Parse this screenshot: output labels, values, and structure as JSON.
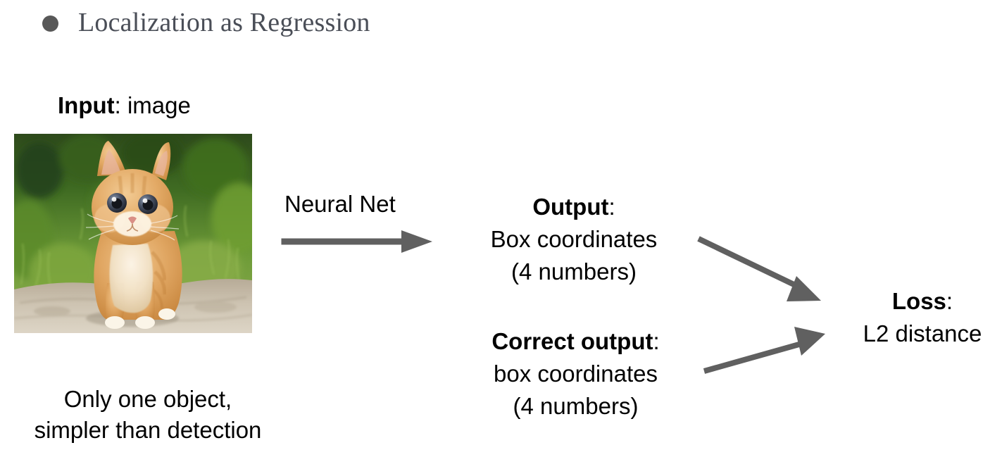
{
  "slide": {
    "title": "Localization as Regression",
    "bullet_icon": "bullet-dot-icon",
    "background_color": "#ffffff",
    "title_color": "#4a4e57",
    "bullet_color": "#585858",
    "arrow_color": "#606060"
  },
  "input": {
    "label_bold": "Input",
    "label_rest": ": image",
    "photo_alt": "orange tabby kitten standing on stone path with green grass background",
    "caption_line1": "Only one object,",
    "caption_line2": "simpler than detection"
  },
  "pipeline": {
    "neural_net_label": "Neural Net",
    "arrow_main": "arrow-right-icon",
    "arrow_output_to_loss": "arrow-diagonal-down-right-icon",
    "arrow_correct_to_loss": "arrow-diagonal-up-right-icon"
  },
  "output_block": {
    "heading_bold": "Output",
    "heading_colon": ":",
    "line1": "Box coordinates",
    "line2": "(4 numbers)"
  },
  "correct_block": {
    "heading_bold": "Correct output",
    "heading_colon": ":",
    "line1": "box coordinates",
    "line2": "(4 numbers)"
  },
  "loss_block": {
    "heading_bold": "Loss",
    "heading_colon": ":",
    "line1": "L2 distance"
  }
}
